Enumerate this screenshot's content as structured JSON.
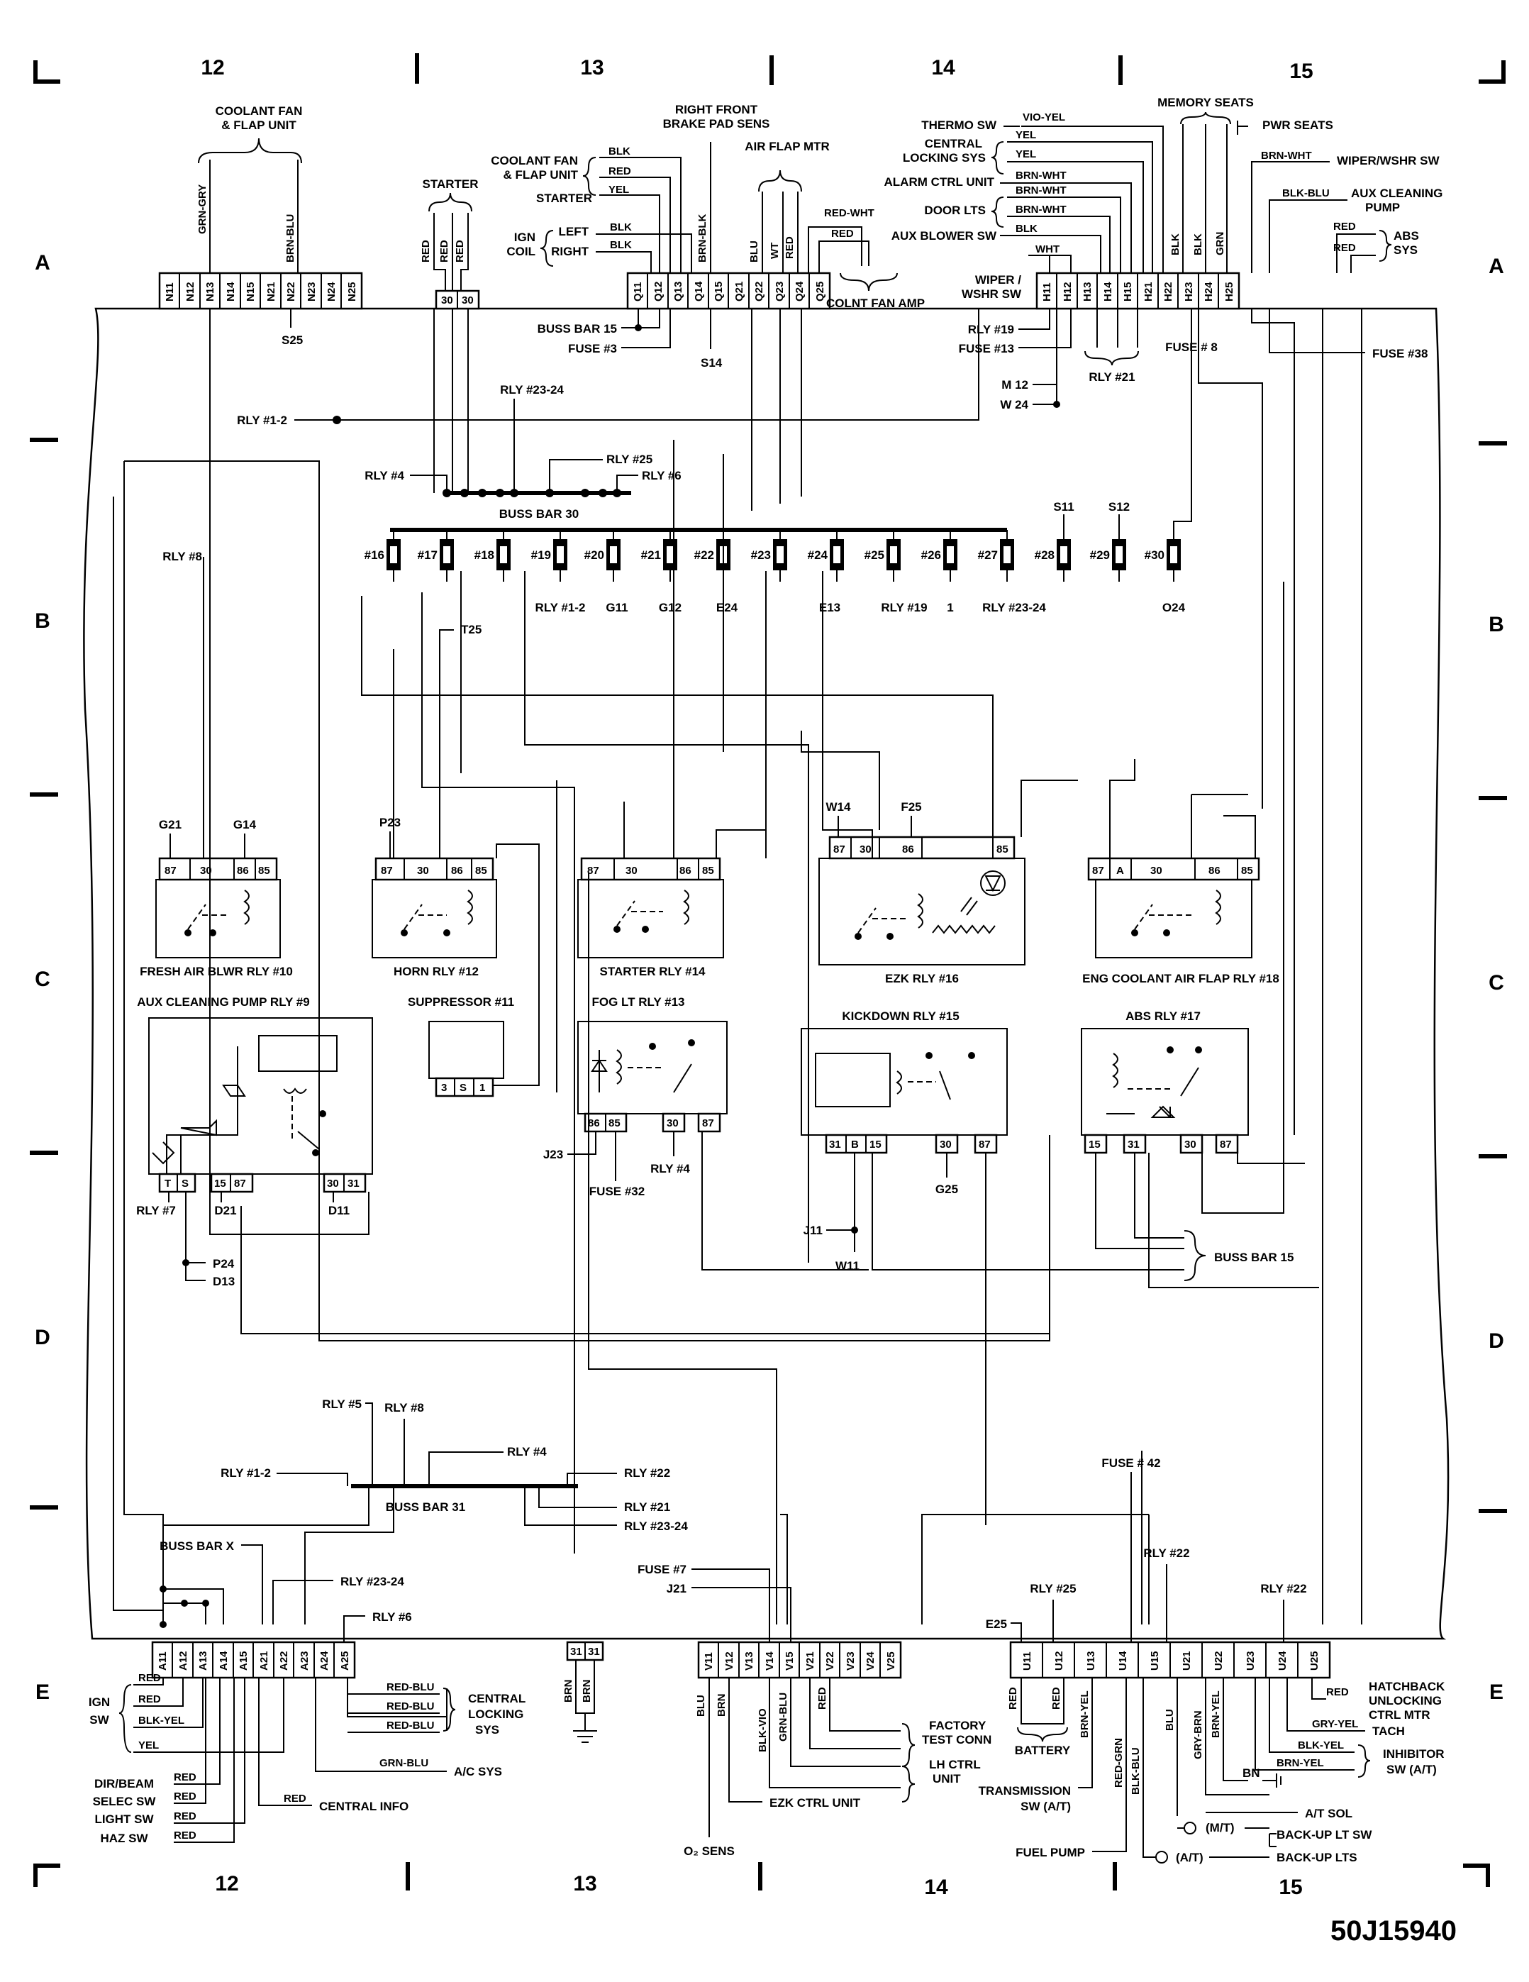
{
  "figure_code": "50J15940",
  "columns": [
    "12",
    "13",
    "14",
    "15"
  ],
  "rows": [
    "A",
    "B",
    "C",
    "D",
    "E"
  ],
  "connectors": {
    "N": [
      "N11",
      "N12",
      "N13",
      "N14",
      "N15",
      "N21",
      "N22",
      "N23",
      "N24",
      "N25"
    ],
    "starter": [
      "30",
      "30"
    ],
    "Q": [
      "Q11",
      "Q12",
      "Q13",
      "Q14",
      "Q15",
      "Q21",
      "Q22",
      "Q23",
      "Q24",
      "Q25"
    ],
    "H": [
      "H11",
      "H12",
      "H13",
      "H14",
      "H15",
      "H21",
      "H22",
      "H23",
      "H24",
      "H25"
    ],
    "A": [
      "A11",
      "A12",
      "A13",
      "A14",
      "A15",
      "A21",
      "A22",
      "A23",
      "A24",
      "A25"
    ],
    "ground": [
      "31",
      "31"
    ],
    "V": [
      "V11",
      "V12",
      "V13",
      "V14",
      "V15",
      "V21",
      "V22",
      "V23",
      "V24",
      "V25"
    ],
    "U": [
      "U11",
      "U12",
      "U13",
      "U14",
      "U15",
      "U21",
      "U22",
      "U23",
      "U24",
      "U25"
    ]
  },
  "top_labels": {
    "coolant_fan_flap_1": [
      "COOLANT FAN",
      "& FLAP UNIT"
    ],
    "grn_gry": "GRN-GRY",
    "brn_blu": "BRN-BLU",
    "s25": "S25",
    "starter": "STARTER",
    "red": "RED",
    "right_front_brake": [
      "RIGHT FRONT",
      "BRAKE PAD SENS"
    ],
    "air_flap_mtr": "AIR FLAP MTR",
    "coolant_fan_flap_2": [
      "COOLANT FAN",
      "& FLAP UNIT"
    ],
    "starter_2": "STARTER",
    "ign_coil": [
      "IGN",
      "COIL"
    ],
    "left": "LEFT",
    "right": "RIGHT",
    "blk": "BLK",
    "yel": "YEL",
    "brn_blk": "BRN-BLK",
    "blu": "BLU",
    "wt": "WT",
    "red_wht": "RED-WHT",
    "colnt_fan_amp": "COLNT FAN AMP",
    "buss_bar_15": "BUSS BAR 15",
    "fuse_3": "FUSE #3",
    "s14": "S14",
    "thermo_sw": "THERMO SW",
    "vio_yel": "VIO-YEL",
    "central_locking": [
      "CENTRAL",
      "LOCKING SYS"
    ],
    "alarm_ctrl": "ALARM CTRL UNIT",
    "brn_wht": "BRN-WHT",
    "door_lts": "DOOR LTS",
    "aux_blower": "AUX BLOWER SW",
    "wht": "WHT",
    "wiper_wshr": [
      "WIPER /",
      "WSHR SW"
    ],
    "memory_seats": "MEMORY SEATS",
    "pwr_seats": "PWR SEATS",
    "grn": "GRN",
    "wiper_wshr_sw": "WIPER/WSHR SW",
    "blk_blu": "BLK-BLU",
    "aux_cleaning_pump": [
      "AUX CLEANING",
      "PUMP"
    ],
    "abs_sys": [
      "ABS",
      "SYS"
    ],
    "rly_19": "RLY #19",
    "fuse_13": "FUSE #13",
    "rly_21": "RLY #21",
    "fuse_8": "FUSE # 8",
    "fuse_38": "FUSE #38",
    "m12": "M 12",
    "w24": "W 24"
  },
  "bus_labels": {
    "rly_1_2": "RLY #1-2",
    "rly_23_24": "RLY #23-24",
    "rly_25": "RLY #25",
    "rly_4": "RLY #4",
    "rly_6": "RLY #6",
    "buss_bar_30": "BUSS BAR 30",
    "s11": "S11",
    "s12": "S12",
    "rly_8": "RLY #8",
    "t25": "T25",
    "buss_bar_31": "BUSS BAR 31",
    "rly_5": "RLY #5",
    "rly_22": "RLY #22",
    "rly_21": "RLY #21",
    "buss_bar_x": "BUSS BAR X"
  },
  "fuses": [
    "#16",
    "#17",
    "#18",
    "#19",
    "#20",
    "#21",
    "#22",
    "#23",
    "#24",
    "#25",
    "#26",
    "#27",
    "#28",
    "#29",
    "#30"
  ],
  "fuse_bottom_labels": [
    "RLY #1-2",
    "G11",
    "G12",
    "E24",
    "E13",
    "RLY #19",
    "1",
    "RLY #23-24",
    "O24"
  ],
  "relays": {
    "r10": {
      "name": "FRESH AIR BLWR RLY #10",
      "pins": [
        "87",
        "30",
        "86",
        "85"
      ],
      "g21": "G21",
      "g14": "G14"
    },
    "r12": {
      "name": "HORN RLY #12",
      "pins": [
        "87",
        "30",
        "86",
        "85"
      ],
      "p23": "P23"
    },
    "r14": {
      "name": "STARTER RLY #14",
      "pins": [
        "87",
        "30",
        "86",
        "85"
      ]
    },
    "r16": {
      "name": "EZK RLY #16",
      "pins": [
        "87",
        "30",
        "86",
        "85"
      ],
      "w14": "W14",
      "f25": "F25"
    },
    "r18": {
      "name": "ENG COOLANT AIR FLAP RLY #18",
      "pins": [
        "87",
        "A",
        "30",
        "86",
        "85"
      ]
    },
    "r9": {
      "name": "AUX CLEANING PUMP RLY #9",
      "pins": [
        "T",
        "S",
        "15",
        "87",
        "30",
        "31"
      ],
      "rly7": "RLY #7",
      "d21": "D21",
      "d11": "D11",
      "p24": "P24",
      "d13": "D13"
    },
    "r11": {
      "name": "SUPPRESSOR #11",
      "pins": [
        "3",
        "S",
        "1"
      ]
    },
    "r13": {
      "name": "FOG LT RLY #13",
      "pins": [
        "86",
        "85",
        "30",
        "87"
      ],
      "j23": "J23",
      "fuse32": "FUSE #32",
      "rly4": "RLY #4"
    },
    "r15": {
      "name": "KICKDOWN RLY #15",
      "pins": [
        "31",
        "B",
        "15",
        "30",
        "87"
      ],
      "g25": "G25",
      "j11": "J11",
      "w11": "W11"
    },
    "r17": {
      "name": "ABS RLY #17",
      "pins": [
        "15",
        "31",
        "30",
        "87"
      ]
    },
    "buss_bar_15": "BUSS BAR 15"
  },
  "bottom_labels": {
    "fuse_42": "FUSE # 42",
    "rly_22a": "RLY #22",
    "rly_22b": "RLY #22",
    "rly_25": "RLY #25",
    "e25": "E25",
    "fuse_7": "FUSE #7",
    "j21": "J21",
    "rly_23_24": "RLY #23-24",
    "ign_sw": [
      "IGN",
      "SW"
    ],
    "dir_beam": [
      "DIR/BEAM",
      "SELEC SW",
      "LIGHT SW",
      "HAZ SW"
    ],
    "red": "RED",
    "blk_yel": "BLK-YEL",
    "yel": "YEL",
    "central_info": "CENTRAL INFO",
    "red_blu": "RED-BLU",
    "central_locking": [
      "CENTRAL",
      "LOCKING",
      "SYS"
    ],
    "grn_blu": "GRN-BLU",
    "ac_sys": "A/C SYS",
    "brn": "BRN",
    "blu": "BLU",
    "blk_vio": "BLK-VIO",
    "o2_sens": "O₂ SENS",
    "ezk_ctrl": "EZK CTRL UNIT",
    "factory_test": [
      "FACTORY",
      "TEST CONN"
    ],
    "lh_ctrl": [
      "LH CTRL",
      "UNIT"
    ],
    "battery": "BATTERY",
    "brn_yel": "BRN-YEL",
    "transmission": [
      "TRANSMISSION",
      "SW (A/T)"
    ],
    "fuel_pump": "FUEL PUMP",
    "red_grn": "RED-GRN",
    "blk_blu": "BLK-BLU",
    "gry_brn": "GRY-BRN",
    "bn": "BN",
    "hatchback": [
      "HATCHBACK",
      "UNLOCKING",
      "CTRL MTR"
    ],
    "gry_yel": "GRY-YEL",
    "tach": "TACH",
    "inhibitor": [
      "INHIBITOR",
      "SW (A/T)"
    ],
    "a_t_sol": "A/T SOL",
    "m_t": "(M/T)",
    "a_t": "(A/T)",
    "backup_sw": "BACK-UP LT SW",
    "backup_lts": "BACK-UP LTS"
  }
}
